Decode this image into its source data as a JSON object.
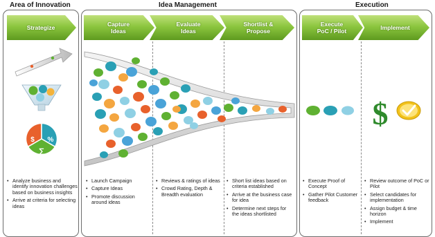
{
  "sections": [
    {
      "title": "Area of Innovation"
    },
    {
      "title": "Idea Management"
    },
    {
      "title": "Execution"
    }
  ],
  "stages": [
    {
      "label": "Strategize"
    },
    {
      "label": "Capture\nIdeas"
    },
    {
      "label": "Evaluate\nIdeas"
    },
    {
      "label": "Shortlist &\nPropose"
    },
    {
      "label": "Execute\nPoC / Pilot"
    },
    {
      "label": "Implement"
    }
  ],
  "activities": [
    {
      "items": [
        "Analyze business and identify innovation challenges based on business insights",
        "Arrive at criteria for selecting ideas"
      ]
    },
    {
      "items": [
        "Launch Campaign",
        "Capture Ideas",
        "Promote discussion around ideas"
      ]
    },
    {
      "items": [
        "Reviews & ratings of ideas",
        "Crowd Rating, Depth & Breadth evaluation"
      ]
    },
    {
      "items": [
        "Short list ideas based on criteria established",
        "Arrive at the business case for idea",
        "Determine next steps for the ideas shortlisted"
      ]
    },
    {
      "items": [
        "Execute Proof of Concept",
        "Gather Pilot Customer feedback"
      ]
    },
    {
      "items": [
        "Review outcome of PoC or Pilot",
        "Select candidates for implementation",
        "Assign budget & time horizon",
        "Implement"
      ]
    }
  ],
  "pie": {
    "slices": [
      "$",
      "%",
      "∑"
    ],
    "colors": [
      "#e8612c",
      "#2aa0b5",
      "#5fb132"
    ]
  },
  "implement_graphic": {
    "symbol": "$",
    "color": "#2f8a2c",
    "check_color": "#f2c21b"
  },
  "colors": {
    "chevron": "#8cc63f",
    "panel_border": "#6b6b6b",
    "funnel": "#9a9a9a"
  }
}
